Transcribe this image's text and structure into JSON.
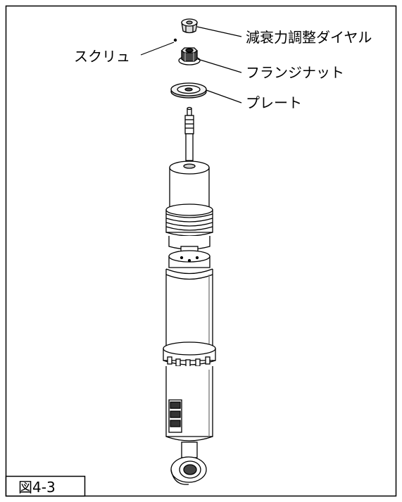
{
  "diagram": {
    "labels": {
      "damping_dial": "減衰力調整ダイヤル",
      "screw": "スクリュ",
      "flange_nut": "フランジナット",
      "plate": "プレート"
    },
    "figure_number": "図4-3"
  }
}
